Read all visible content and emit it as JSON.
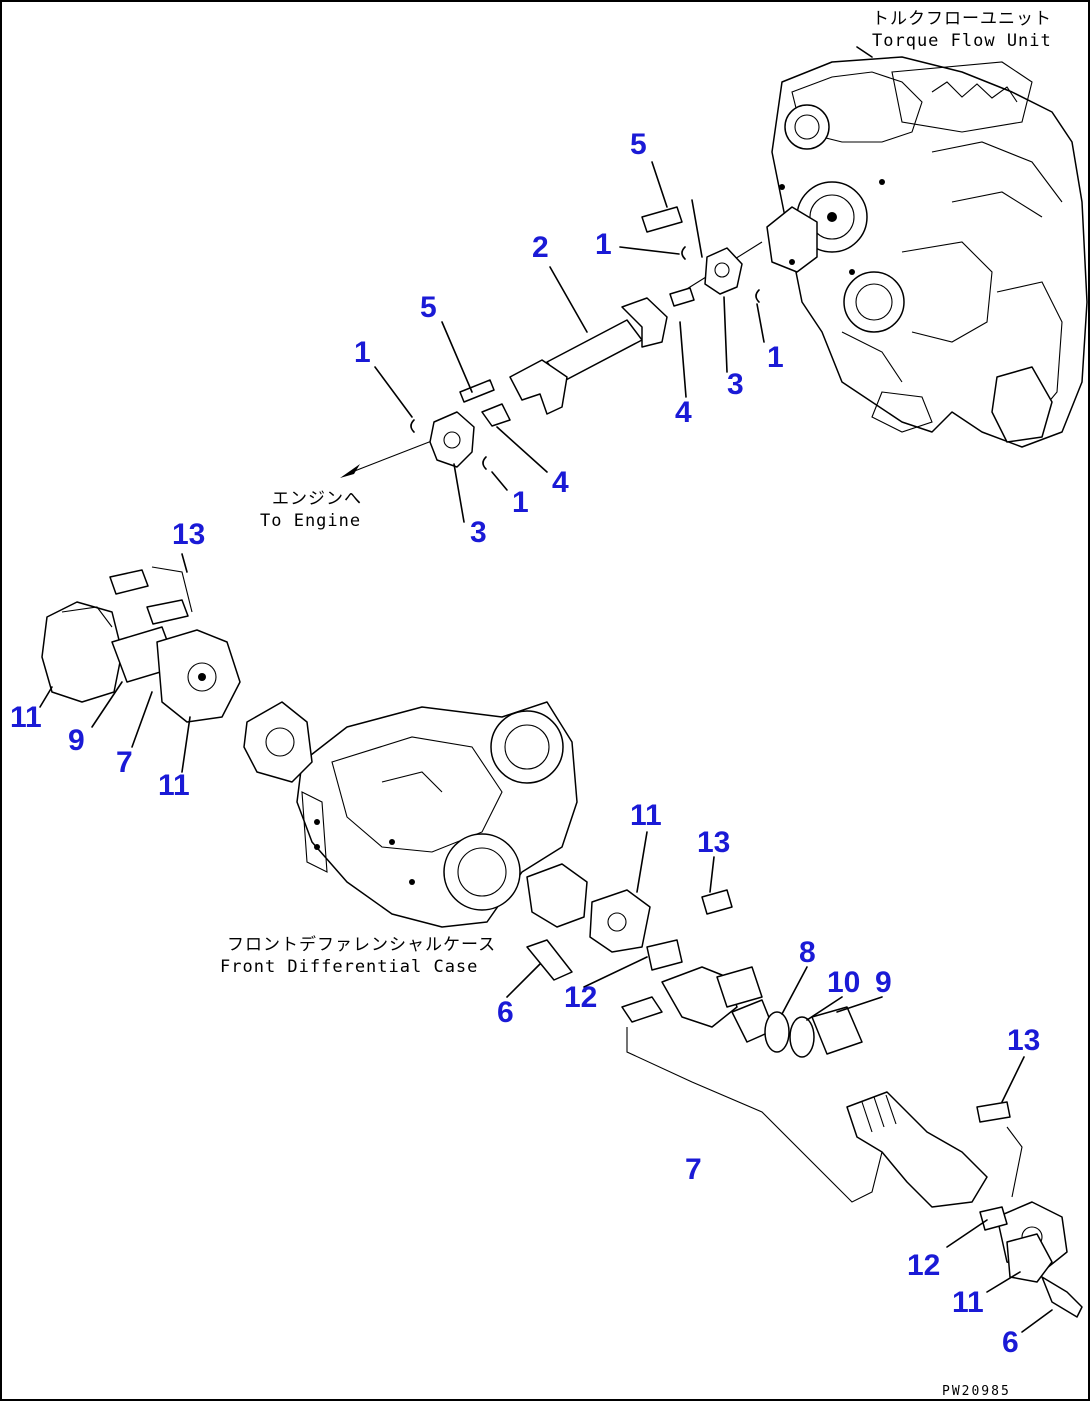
{
  "labels": {
    "torque_flow_jp": "トルクフローユニット",
    "torque_flow_en": "Torque Flow Unit",
    "to_engine_jp": "エンジンへ",
    "to_engine_en": "To Engine",
    "front_diff_jp": "フロントデファレンシャルケース",
    "front_diff_en": "Front Differential Case",
    "drawing_code": "PW20985"
  },
  "callouts": {
    "c5a": "5",
    "c1a": "1",
    "c2": "2",
    "c1b": "1",
    "c3a": "3",
    "c4a": "4",
    "c1c": "1",
    "c5b": "5",
    "c4b": "4",
    "c1d": "1",
    "c3b": "3",
    "c13a": "13",
    "c11a": "11",
    "c9a": "9",
    "c7a": "7",
    "c11b": "11",
    "c11c": "11",
    "c13b": "13",
    "c12a": "12",
    "c6a": "6",
    "c8": "8",
    "c10": "10",
    "c9b": "9",
    "c7b": "7",
    "c13c": "13",
    "c12b": "12",
    "c11d": "11",
    "c6b": "6"
  }
}
